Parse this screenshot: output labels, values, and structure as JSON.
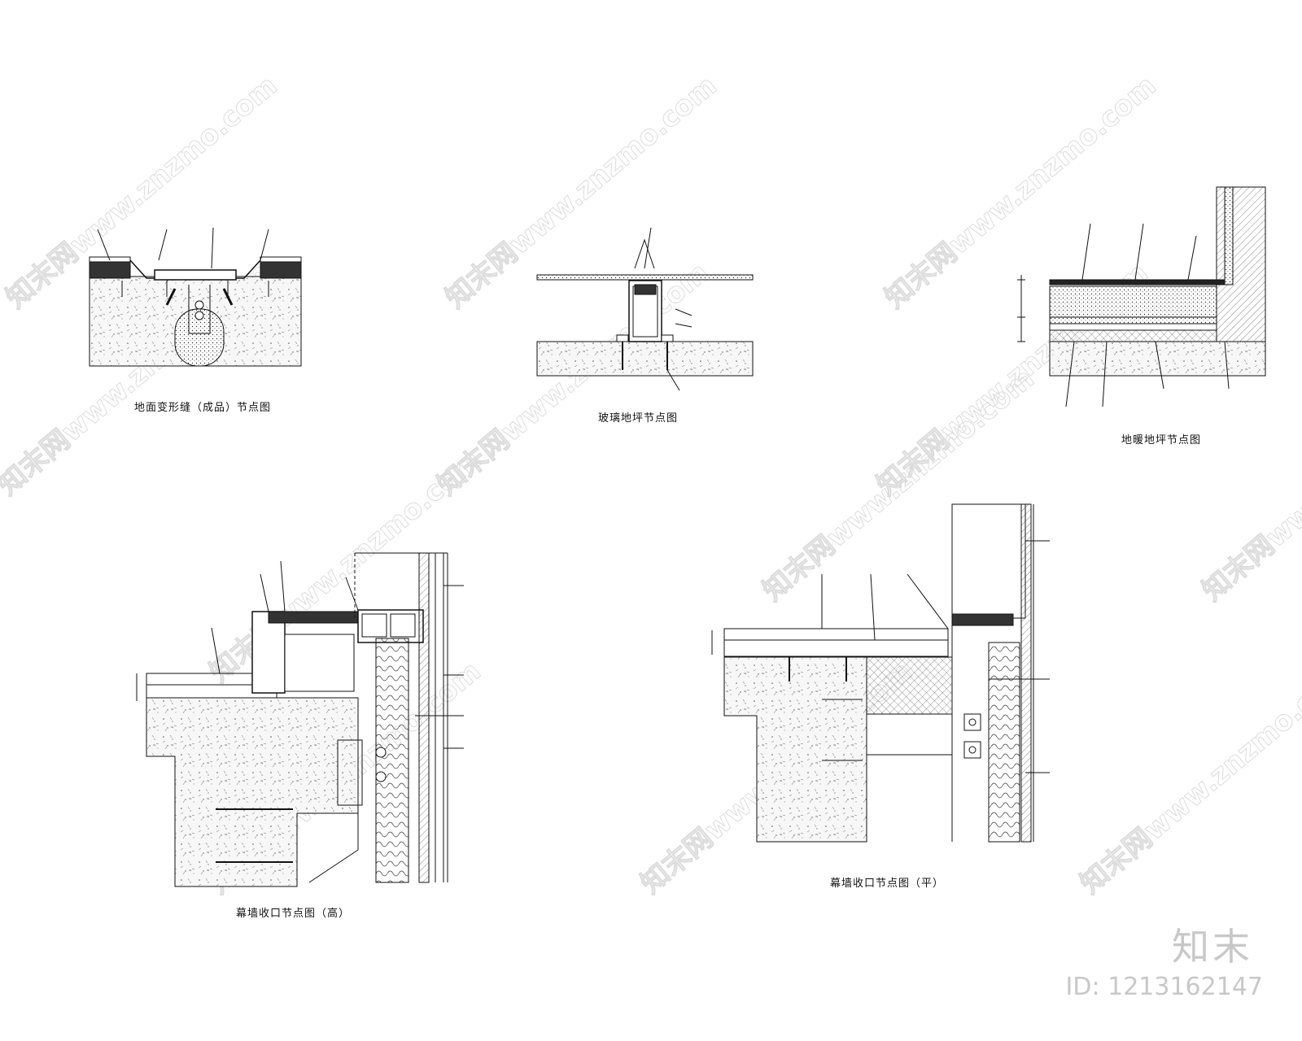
{
  "drawings": [
    {
      "id": "floor-expansion-joint",
      "caption": "地面变形缝（成品）节点图"
    },
    {
      "id": "glass-floor",
      "caption": "玻璃地坪节点图"
    },
    {
      "id": "heated-floor",
      "caption": "地暖地坪节点图"
    },
    {
      "id": "curtain-wall-high",
      "caption": "幕墙收口节点图（高）"
    },
    {
      "id": "curtain-wall-flat",
      "caption": "幕墙收口节点图（平）"
    }
  ],
  "watermark": {
    "text": "知末网www.znzmo.com"
  },
  "brand": {
    "logo_text": "知末",
    "id_text": "ID: 1213162147"
  },
  "colors": {
    "line": "#111111",
    "concrete": "#f4f4f4",
    "watermark": "#d9d9d9"
  }
}
